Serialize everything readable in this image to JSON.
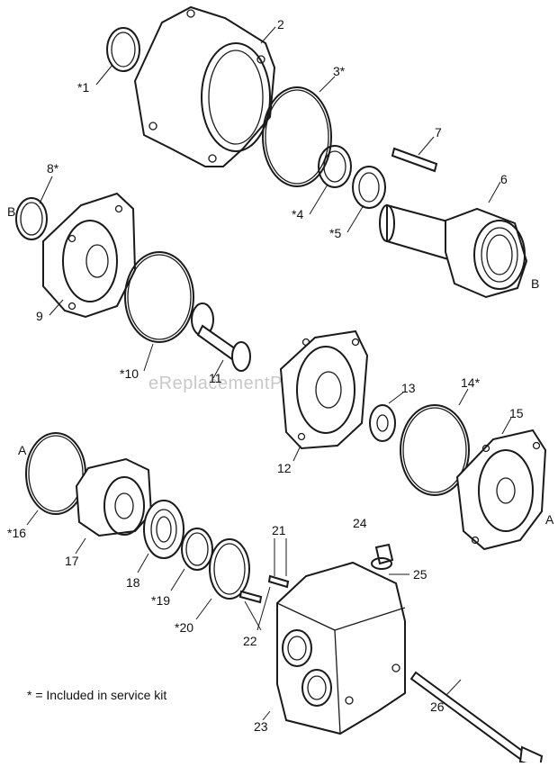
{
  "diagram": {
    "watermark": "eReplacementParts.com",
    "note": "* = Included in service kit",
    "labels": {
      "p1": "*1",
      "p2": "2",
      "p3": "3*",
      "p4": "*4",
      "p5": "*5",
      "p6": "6",
      "p7": "7",
      "p8": "8*",
      "p9": "9",
      "p10": "*10",
      "p11": "11",
      "p12": "12",
      "p13": "13",
      "p14": "14*",
      "p15": "15",
      "p16": "*16",
      "p17": "17",
      "p18": "18",
      "p19": "*19",
      "p20": "*20",
      "p21": "21",
      "p22": "22",
      "p23": "23",
      "p24": "24",
      "p25": "25",
      "p26": "26",
      "refB1": "B",
      "refB2": "B",
      "refA1": "A",
      "refA2": "A"
    }
  }
}
